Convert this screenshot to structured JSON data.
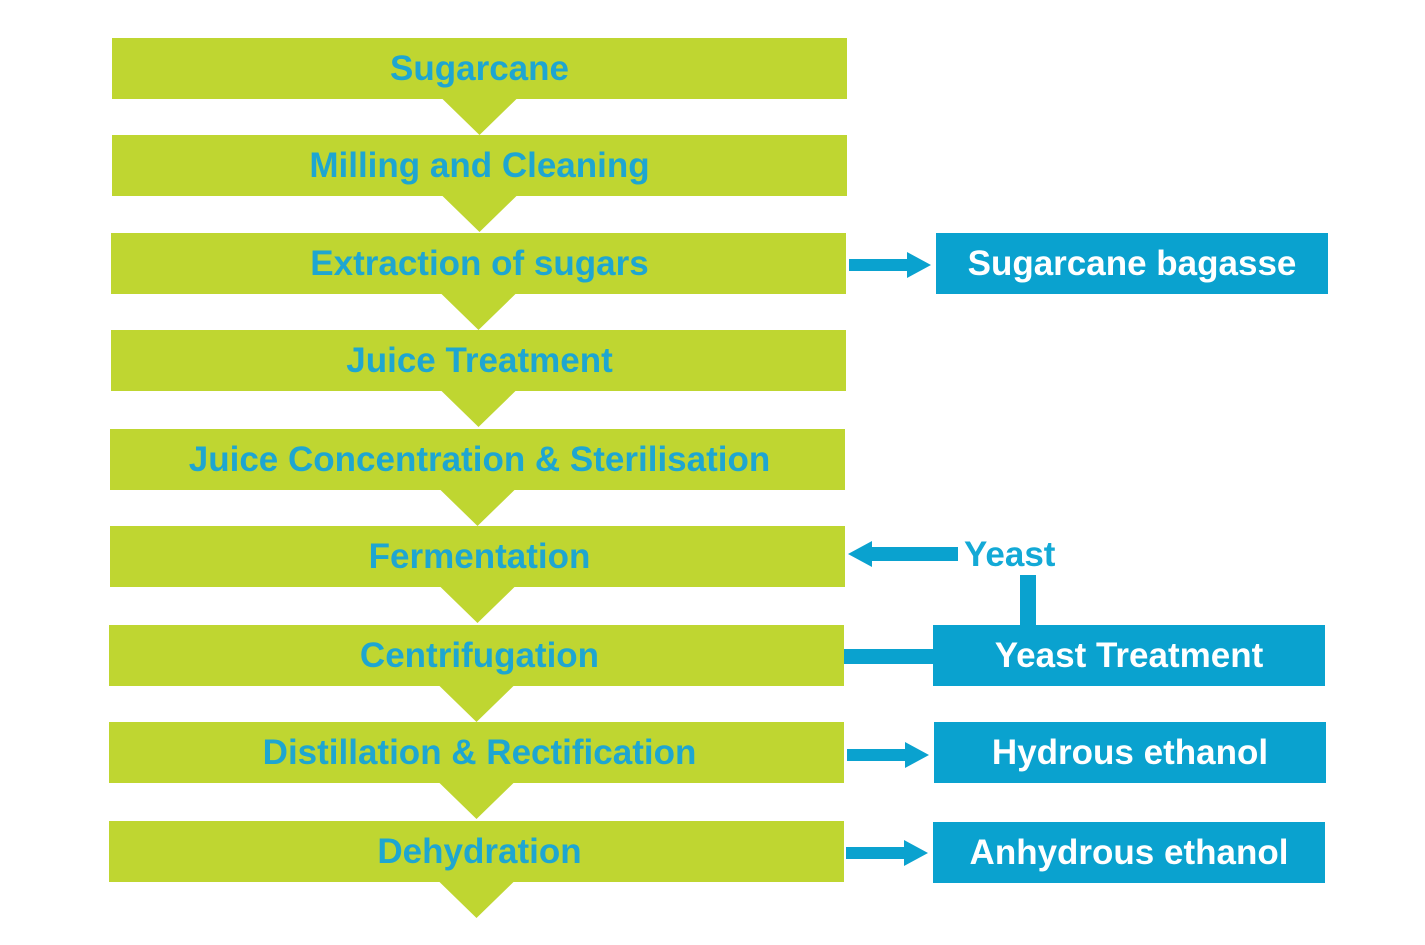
{
  "colors": {
    "step_fill": "#bfd631",
    "step_text": "#1ea6d1",
    "output_fill": "#0aa2cf",
    "output_text": "#ffffff",
    "arrow": "#0aa2cf"
  },
  "steps": [
    {
      "label": "Sugarcane"
    },
    {
      "label": "Milling and Cleaning"
    },
    {
      "label": "Extraction of sugars"
    },
    {
      "label": "Juice Treatment"
    },
    {
      "label": "Juice Concentration & Sterilisation"
    },
    {
      "label": "Fermentation"
    },
    {
      "label": "Centrifugation"
    },
    {
      "label": "Distillation & Rectification"
    },
    {
      "label": "Dehydration"
    }
  ],
  "outputs": {
    "bagasse": "Sugarcane bagasse",
    "yeast_treatment": "Yeast Treatment",
    "hydrous": "Hydrous ethanol",
    "anhydrous": "Anhydrous ethanol"
  },
  "input": {
    "yeast": "Yeast"
  }
}
